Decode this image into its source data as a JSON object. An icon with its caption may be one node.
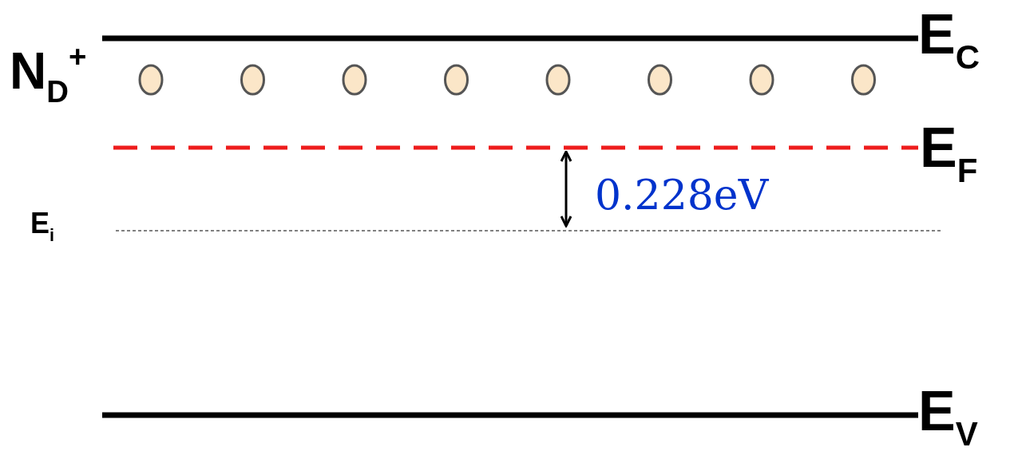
{
  "diagram": {
    "labels": [
      "N$_{D}$$^{+}$",
      "E$_{C}$",
      "E$_{F}$",
      "0.228eV",
      "E$_{i}$",
      "E$_{V}$"
    ]
  }
}
